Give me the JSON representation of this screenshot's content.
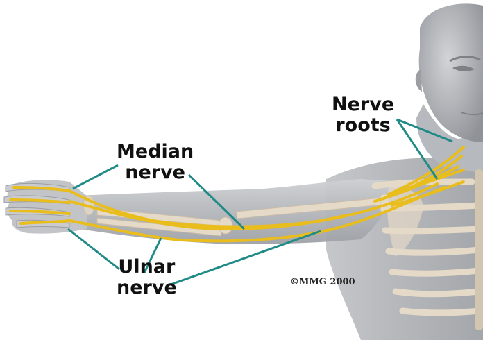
{
  "labels": {
    "median": {
      "line1": "Median",
      "line2": "nerve"
    },
    "ulnar": {
      "line1": "Ulnar",
      "line2": "nerve"
    },
    "roots": {
      "line1": "Nerve",
      "line2": "roots"
    }
  },
  "copyright": "©MMG 2000",
  "colors": {
    "nerve": "#e8bd1c",
    "leader": "#1f8a86",
    "skin": "#b9bcc0",
    "bone": "#e5d9c8"
  }
}
